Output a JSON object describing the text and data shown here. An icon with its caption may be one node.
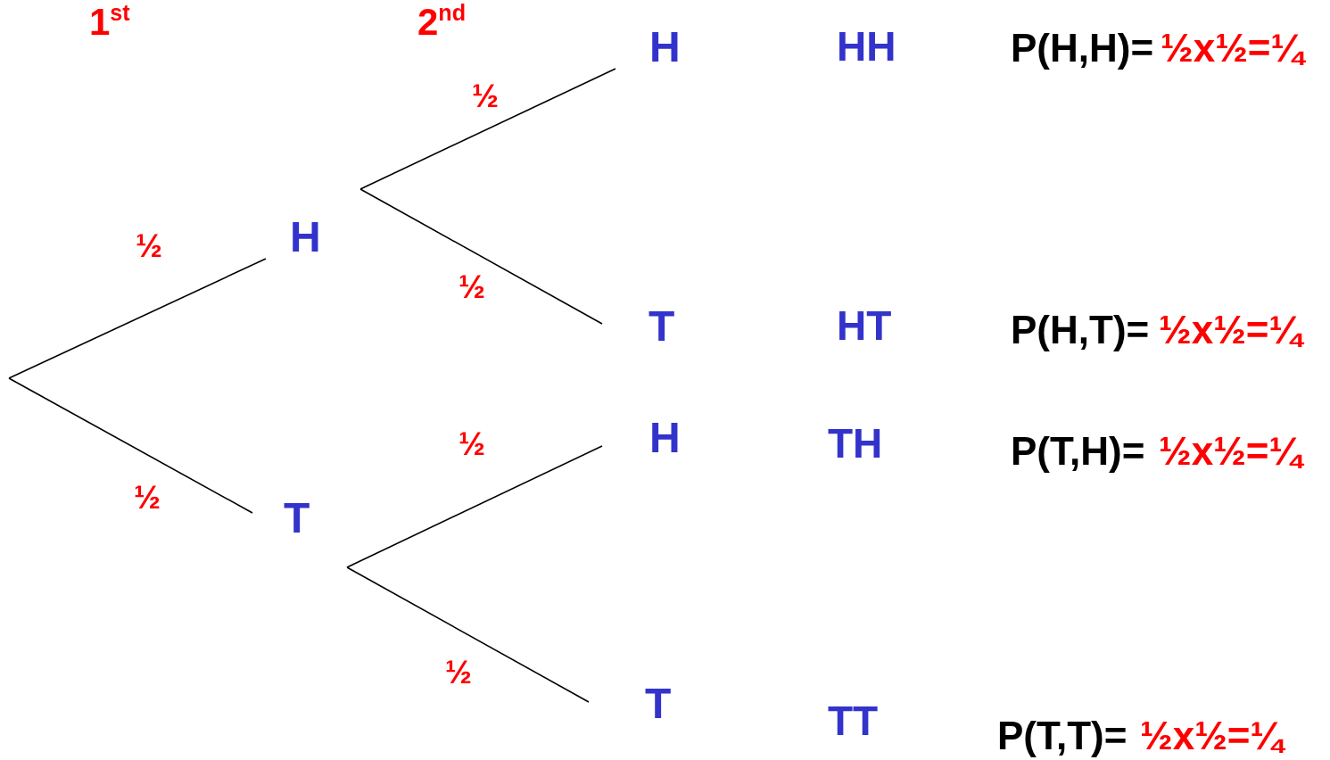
{
  "diagram": {
    "nodes": [
      {
        "text": [
          "H"
        ]
      },
      {
        "text": [
          "T"
        ]
      },
      {
        "text": [
          "H"
        ]
      },
      {
        "text": [
          "T"
        ]
      },
      {
        "text": [
          "H"
        ]
      },
      {
        "text": [
          "T"
        ]
      }
    ],
    "edges": [
      {
        "from": null,
        "to": 0,
        "arrow": "none",
        "label": "½"
      },
      {
        "from": null,
        "to": 1,
        "arrow": "none",
        "label": "½"
      },
      {
        "from": 0,
        "to": 2,
        "arrow": "none",
        "label": "½"
      },
      {
        "from": 0,
        "to": 3,
        "arrow": "none",
        "label": "½"
      },
      {
        "from": 1,
        "to": 4,
        "arrow": "none",
        "label": "½"
      },
      {
        "from": 1,
        "to": 5,
        "arrow": "none",
        "label": "½"
      }
    ],
    "labels": [
      "1$^{st}$",
      "2$^{nd}$",
      "HH",
      "P(H,H)=",
      "½x½=¼",
      "HT",
      "P(H,T)=",
      "½x½=¼",
      "TH",
      "P(T,H)=",
      "½x½=¼",
      "TT",
      "P(T,T)=",
      "½x½=¼"
    ]
  }
}
